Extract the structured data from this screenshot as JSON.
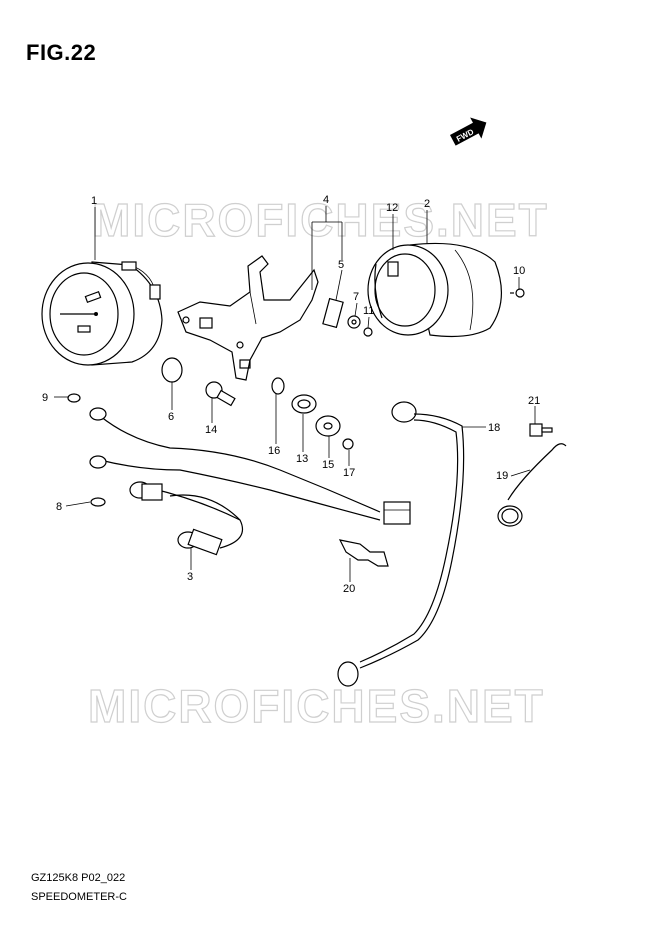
{
  "title": "FIG.22",
  "footer": {
    "code": "GZ125K8 P02_022",
    "name": "SPEEDOMETER-C"
  },
  "watermark": "MICROFICHES.NET",
  "fwd": "FWD",
  "callouts": [
    "1",
    "2",
    "3",
    "4",
    "5",
    "6",
    "7",
    "8",
    "9",
    "10",
    "11",
    "12",
    "13",
    "14",
    "15",
    "16",
    "17",
    "18",
    "19",
    "20",
    "21"
  ]
}
